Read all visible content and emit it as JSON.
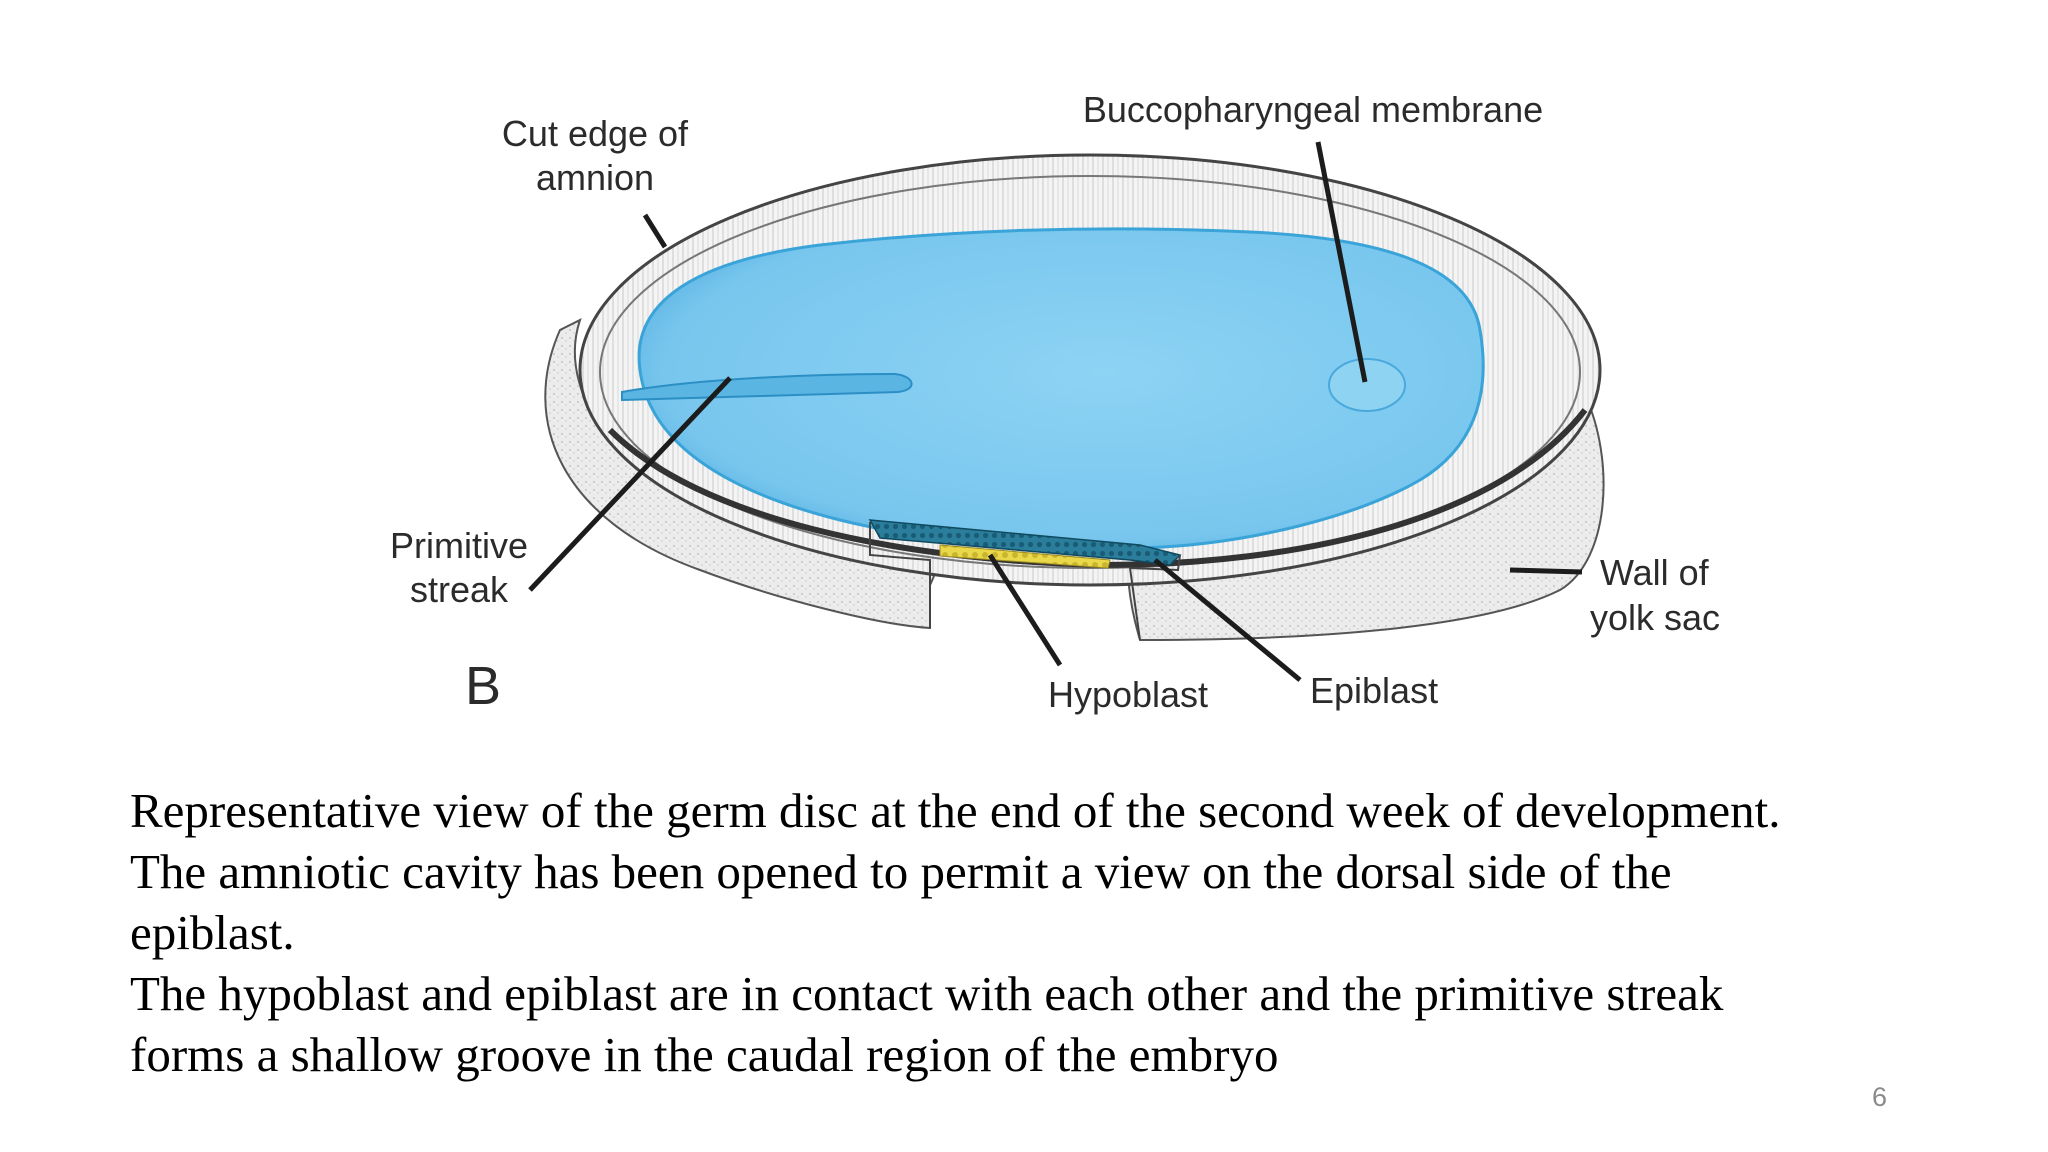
{
  "figure": {
    "labels": {
      "cut_edge_line1": "Cut edge of",
      "cut_edge_line2": "amnion",
      "buccopharyngeal": "Buccopharyngeal membrane",
      "primitive_streak_line1": "Primitive",
      "primitive_streak_line2": "streak",
      "wall_line1": "Wall of",
      "wall_line2": "yolk sac",
      "panel_letter": "B",
      "hypoblast": "Hypoblast",
      "epiblast": "Epiblast"
    },
    "colors": {
      "epiblast_surface": "#7cc9ef",
      "epiblast_edge": "#3aa4d8",
      "hypoblast_layer": "#e8d84a",
      "cut_layer": "#1f6f8f",
      "tissue": "#e6e6e6",
      "outline": "#2b2b2b"
    }
  },
  "caption": {
    "lines": [
      "Representative view of the germ disc at the end of the second week of development.",
      "The amniotic cavity has been opened to permit a view on the dorsal side of the",
      "epiblast.",
      "The hypoblast and epiblast are in contact with each other and the primitive streak",
      "forms a shallow groove in the caudal region of the embryo"
    ]
  },
  "page_number": "6"
}
